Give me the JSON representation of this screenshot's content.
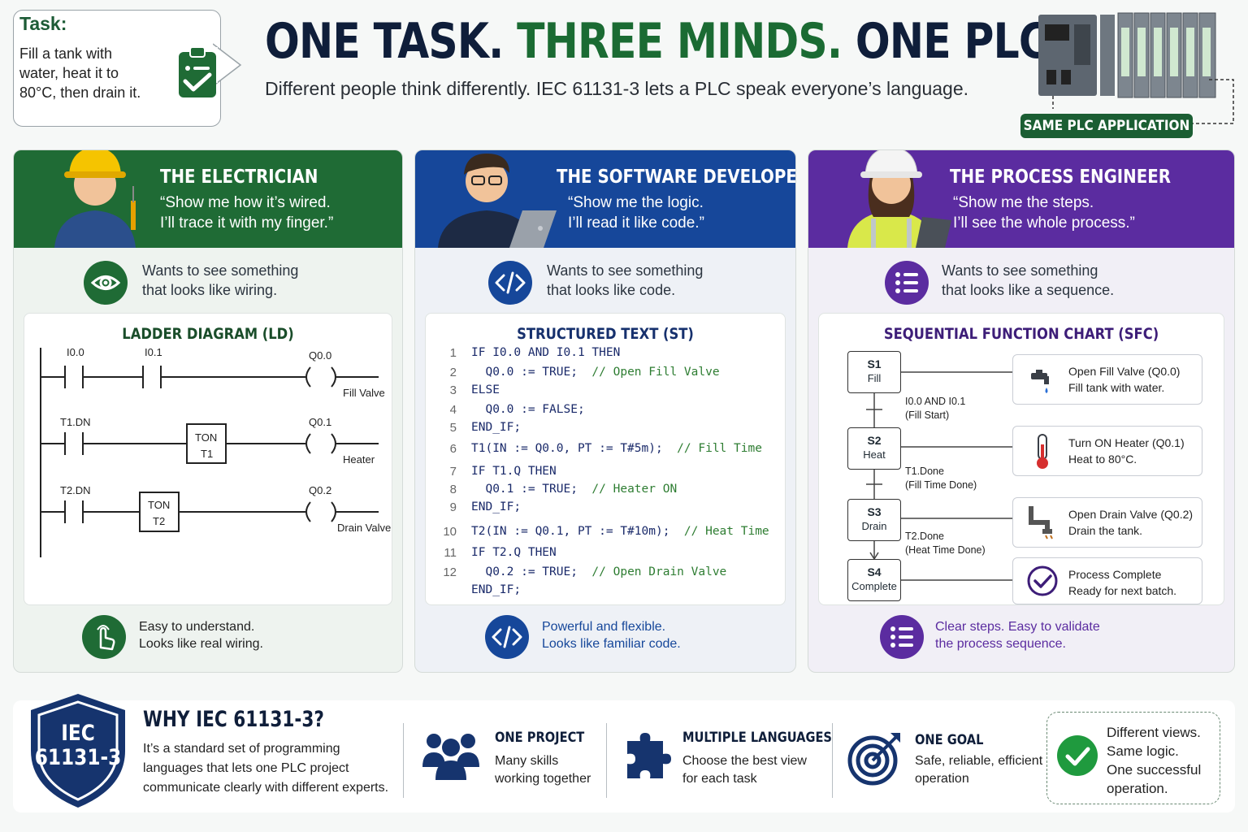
{
  "task": {
    "title": "Task:",
    "lines": [
      "Fill a tank with",
      "water, heat it to",
      "80°C, then drain it."
    ]
  },
  "header": {
    "headline_a": "ONE TASK. ",
    "headline_b": "THREE MINDS.",
    "headline_c": " ONE PLC.",
    "subtitle": "Different people think differently. IEC 61131-3 lets a PLC speak everyone’s language.",
    "plc_badge": "SAME PLC APPLICATION"
  },
  "colors": {
    "electrician": "#1f6b35",
    "developer": "#16479a",
    "engineer": "#5b2ca0",
    "headline_accent": "#1b6b33"
  },
  "electrician": {
    "role": "THE ELECTRICIAN",
    "quote1": "“Show me how it’s wired.",
    "quote2": "I’ll trace it with my finger.”",
    "want1": "Wants to see something",
    "want2": "that looks like wiring.",
    "want_icon": "eye-icon",
    "panel_title": "LADDER DIAGRAM (LD)",
    "rungs": [
      {
        "c1": "I0.0",
        "c2": "I0.1",
        "coil": "Q0.0",
        "out": "Fill Valve"
      },
      {
        "c1": "T1.DN",
        "timer_a": "TON",
        "timer_b": "T1",
        "coil": "Q0.1",
        "out": "Heater"
      },
      {
        "c1": "T2.DN",
        "timer_a": "TON",
        "timer_b": "T2",
        "coil": "Q0.2",
        "out": "Drain Valve"
      }
    ],
    "foot1": "Easy to understand.",
    "foot2": "Looks like real wiring.",
    "foot_icon": "touch-hand-icon"
  },
  "developer": {
    "role": "THE SOFTWARE DEVELOPER",
    "quote1": "“Show me the logic.",
    "quote2": "I’ll read it like code.”",
    "want1": "Wants to see something",
    "want2": "that looks like code.",
    "want_icon": "code-icon",
    "panel_title": "STRUCTURED TEXT (ST)",
    "code": [
      {
        "n": "1",
        "code": "IF I0.0 AND I0.1 THEN",
        "comment": ""
      },
      {
        "n": "2",
        "code": "  Q0.0 := TRUE;",
        "comment": "// Open Fill Valve"
      },
      {
        "n": "3",
        "code": "ELSE",
        "comment": ""
      },
      {
        "n": "4",
        "code": "  Q0.0 := FALSE;",
        "comment": ""
      },
      {
        "n": "5",
        "code": "END_IF;",
        "comment": ""
      },
      {
        "n": "6",
        "code": "T1(IN := Q0.0, PT := T#5m);",
        "comment": "// Fill Time"
      },
      {
        "n": "7",
        "code": "IF T1.Q THEN",
        "comment": ""
      },
      {
        "n": "8",
        "code": "  Q0.1 := TRUE;",
        "comment": "// Heater ON"
      },
      {
        "n": "9",
        "code": "END_IF;",
        "comment": ""
      },
      {
        "n": "10",
        "code": "T2(IN := Q0.1, PT := T#10m);",
        "comment": "// Heat Time"
      },
      {
        "n": "11",
        "code": "IF T2.Q THEN",
        "comment": ""
      },
      {
        "n": "12",
        "code": "  Q0.2 := TRUE;",
        "comment": "// Open Drain Valve"
      },
      {
        "n": "",
        "code": "END_IF;",
        "comment": ""
      }
    ],
    "foot1": "Powerful and flexible.",
    "foot2": "Looks like familiar code.",
    "foot_icon": "code-icon"
  },
  "engineer": {
    "role": "THE PROCESS ENGINEER",
    "quote1": "“Show me the steps.",
    "quote2": "I’ll see the whole process.”",
    "want1": "Wants to see something",
    "want2": "that looks like a sequence.",
    "want_icon": "list-icon",
    "panel_title": "SEQUENTIAL FUNCTION CHART (SFC)",
    "steps": [
      {
        "id": "S1",
        "name": "Fill",
        "action1": "Open Fill Valve (Q0.0)",
        "action2": "Fill tank with water.",
        "icon": "faucet-icon"
      },
      {
        "id": "S2",
        "name": "Heat",
        "action1": "Turn ON Heater (Q0.1)",
        "action2": "Heat to 80°C.",
        "icon": "thermometer-icon"
      },
      {
        "id": "S3",
        "name": "Drain",
        "action1": "Open Drain Valve (Q0.2)",
        "action2": "Drain the tank.",
        "icon": "drain-pipe-icon"
      },
      {
        "id": "S4",
        "name": "Complete",
        "action1": "Process Complete",
        "action2": "Ready for next batch.",
        "icon": "check-circle-icon"
      }
    ],
    "transitions": [
      {
        "a": "I0.0 AND I0.1",
        "b": "(Fill Start)"
      },
      {
        "a": "T1.Done",
        "b": "(Fill Time Done)"
      },
      {
        "a": "T2.Done",
        "b": "(Heat Time Done)"
      }
    ],
    "foot1": "Clear steps. Easy to validate",
    "foot2": "the process sequence.",
    "foot_icon": "list-icon"
  },
  "bottom": {
    "shield1": "IEC",
    "shield2": "61131-3",
    "why_title": "WHY IEC 61131-3?",
    "why_text": "It’s a standard set of programming languages that lets one PLC project communicate clearly with different experts.",
    "items": [
      {
        "title": "ONE PROJECT",
        "line1": "Many skills",
        "line2": "working together",
        "icon": "people-icon"
      },
      {
        "title": "MULTIPLE LANGUAGES",
        "line1": "Choose the best view",
        "line2": "for each task",
        "icon": "puzzle-icon"
      },
      {
        "title": "ONE GOAL",
        "line1": "Safe, reliable, efficient",
        "line2": "operation",
        "icon": "target-icon"
      }
    ],
    "final": [
      "Different views.",
      "Same logic.",
      "One successful",
      "operation."
    ]
  }
}
